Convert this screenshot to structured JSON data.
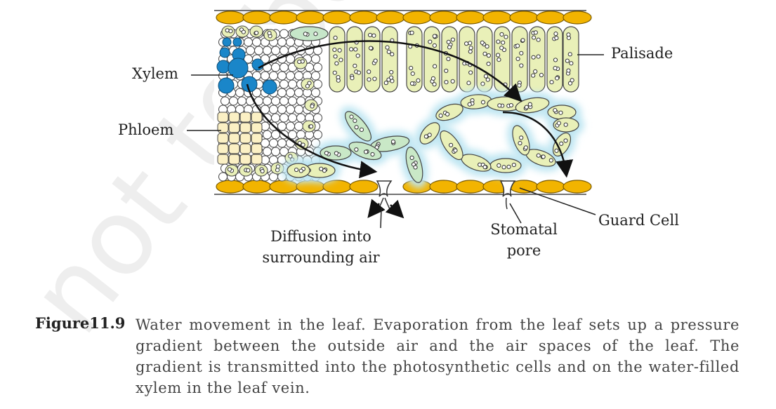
{
  "watermark": "not to be",
  "labels": {
    "xylem": "Xylem",
    "phloem": "Phloem",
    "palisade": "Palisade",
    "guard_cell": "Guard Cell",
    "stomatal_pore": [
      "Stomatal",
      "pore"
    ],
    "diffusion": [
      "Diffusion into",
      "surrounding air"
    ]
  },
  "caption": {
    "number": "Figure11.9",
    "text": "Water movement in the leaf. Evaporation from the leaf sets up a pressure gradient between the outside air and the air spaces of the leaf. The gradient is transmitted into the photosynthetic cells and on the water-filled xylem in the leaf vein."
  },
  "colors": {
    "epidermis": "#f2b400",
    "palisade_cell": "#e9f0b8",
    "xylem": "#1a86c9",
    "phloem": "#fbf0c4",
    "spongy_glow": "#bfe6f2"
  }
}
